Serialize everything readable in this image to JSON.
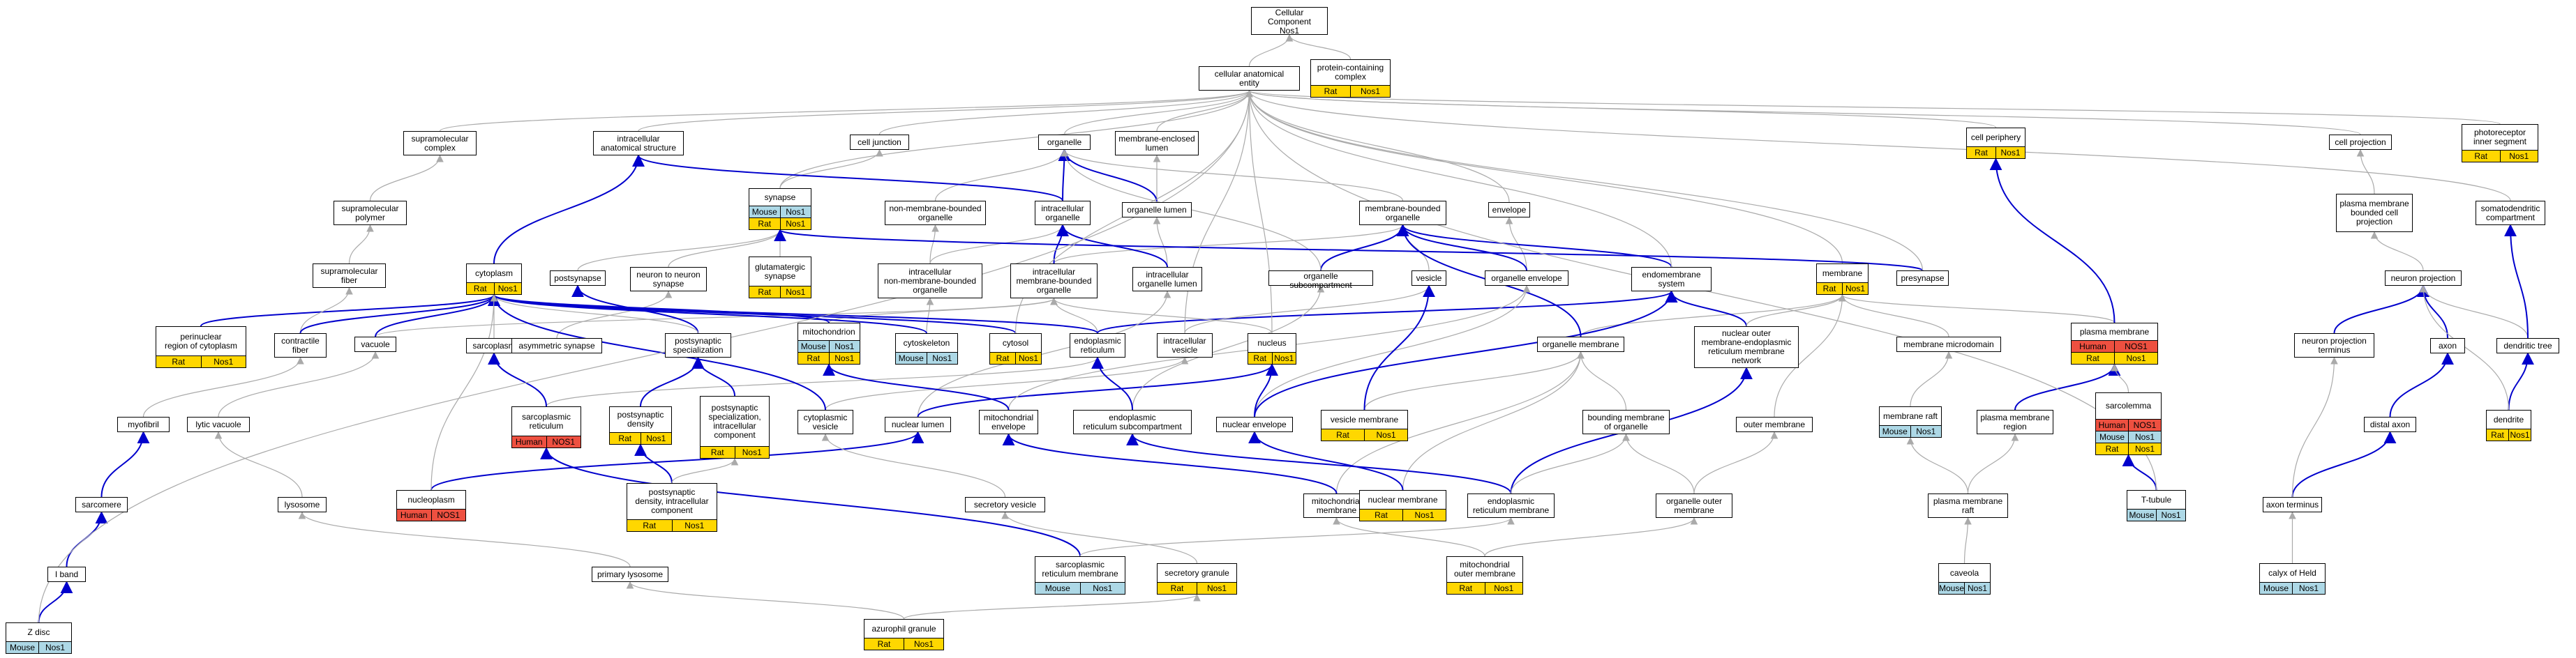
{
  "colors": {
    "rat": "#ffd700",
    "mouse": "#add8e6",
    "human": "#ee5040",
    "edge_blue": "#0000cc",
    "edge_gray": "#aaaaaa"
  },
  "nodes": [
    {
      "id": "cc",
      "label": "Cellular Component\nNos1",
      "tags": []
    },
    {
      "id": "cae",
      "label": "cellular anatomical\nentity",
      "tags": []
    },
    {
      "id": "pcc",
      "label": "protein-containing\ncomplex",
      "tags": [
        [
          "Rat",
          "Nos1"
        ]
      ]
    },
    {
      "id": "supcomplex",
      "label": "supramolecular\ncomplex",
      "tags": []
    },
    {
      "id": "ias",
      "label": "intracellular\nanatomical structure",
      "tags": []
    },
    {
      "id": "celljunction",
      "label": "cell junction",
      "tags": []
    },
    {
      "id": "organelle",
      "label": "organelle",
      "tags": []
    },
    {
      "id": "mel",
      "label": "membrane-enclosed\nlumen",
      "tags": []
    },
    {
      "id": "cellperiphery",
      "label": "cell periphery",
      "tags": [
        [
          "Rat",
          "Nos1"
        ]
      ]
    },
    {
      "id": "cellprojection",
      "label": "cell projection",
      "tags": []
    },
    {
      "id": "photoreceptor",
      "label": "photoreceptor\ninner segment",
      "tags": [
        [
          "Rat",
          "Nos1"
        ]
      ]
    },
    {
      "id": "suppolymer",
      "label": "supramolecular\npolymer",
      "tags": []
    },
    {
      "id": "synapse",
      "label": "synapse",
      "tags": [
        [
          "Mouse",
          "Nos1"
        ],
        [
          "Rat",
          "Nos1"
        ]
      ]
    },
    {
      "id": "nmbo",
      "label": "non-membrane-bounded\norganelle",
      "tags": []
    },
    {
      "id": "intorganelle",
      "label": "intracellular\norganelle",
      "tags": []
    },
    {
      "id": "orglumen",
      "label": "organelle lumen",
      "tags": []
    },
    {
      "id": "mbo",
      "label": "membrane-bounded\norganelle",
      "tags": []
    },
    {
      "id": "envelope",
      "label": "envelope",
      "tags": []
    },
    {
      "id": "pmbcp",
      "label": "plasma membrane\nbounded cell\nprojection",
      "tags": []
    },
    {
      "id": "somatodendritic",
      "label": "somatodendritic\ncompartment",
      "tags": []
    },
    {
      "id": "supfiber",
      "label": "supramolecular\nfiber",
      "tags": []
    },
    {
      "id": "cytoplasm",
      "label": "cytoplasm",
      "tags": [
        [
          "Rat",
          "Nos1"
        ]
      ]
    },
    {
      "id": "postsynapse",
      "label": "postsynapse",
      "tags": []
    },
    {
      "id": "n2n",
      "label": "neuron to neuron\nsynapse",
      "tags": []
    },
    {
      "id": "glutsyn",
      "label": "glutamatergic\nsynapse",
      "tags": [
        [
          "Rat",
          "Nos1"
        ]
      ]
    },
    {
      "id": "inmbo",
      "label": "intracellular\nnon-membrane-bounded\norganelle",
      "tags": []
    },
    {
      "id": "imbo",
      "label": "intracellular\nmembrane-bounded\norganelle",
      "tags": []
    },
    {
      "id": "iol",
      "label": "intracellular\norganelle lumen",
      "tags": []
    },
    {
      "id": "orgsub",
      "label": "organelle subcompartment",
      "tags": []
    },
    {
      "id": "vesicle",
      "label": "vesicle",
      "tags": []
    },
    {
      "id": "orgenv",
      "label": "organelle envelope",
      "tags": []
    },
    {
      "id": "endomem",
      "label": "endomembrane\nsystem",
      "tags": []
    },
    {
      "id": "membrane",
      "label": "membrane",
      "tags": [
        [
          "Rat",
          "Nos1"
        ]
      ]
    },
    {
      "id": "presynapse",
      "label": "presynapse",
      "tags": []
    },
    {
      "id": "neuronprojection",
      "label": "neuron projection",
      "tags": []
    },
    {
      "id": "perinuclear",
      "label": "perinuclear\nregion of cytoplasm",
      "tags": [
        [
          "Rat",
          "Nos1"
        ]
      ]
    },
    {
      "id": "contractile",
      "label": "contractile\nfiber",
      "tags": []
    },
    {
      "id": "vacuole",
      "label": "vacuole",
      "tags": []
    },
    {
      "id": "sarcoplasm",
      "label": "sarcoplasm",
      "tags": []
    },
    {
      "id": "asymsyn",
      "label": "asymmetric synapse",
      "tags": []
    },
    {
      "id": "postspec",
      "label": "postsynaptic\nspecialization",
      "tags": []
    },
    {
      "id": "mitochondrion",
      "label": "mitochondrion",
      "tags": [
        [
          "Mouse",
          "Nos1"
        ],
        [
          "Rat",
          "Nos1"
        ]
      ]
    },
    {
      "id": "cytoskeleton",
      "label": "cytoskeleton",
      "tags": [
        [
          "Mouse",
          "Nos1"
        ]
      ]
    },
    {
      "id": "cytosol",
      "label": "cytosol",
      "tags": [
        [
          "Rat",
          "Nos1"
        ]
      ]
    },
    {
      "id": "er",
      "label": "endoplasmic\nreticulum",
      "tags": []
    },
    {
      "id": "intravesicle",
      "label": "intracellular\nvesicle",
      "tags": []
    },
    {
      "id": "nucleus",
      "label": "nucleus",
      "tags": [
        [
          "Rat",
          "Nos1"
        ]
      ]
    },
    {
      "id": "orgmem",
      "label": "organelle membrane",
      "tags": []
    },
    {
      "id": "nomern",
      "label": "nuclear outer\nmembrane-endoplasmic\nreticulum membrane\nnetwork",
      "tags": []
    },
    {
      "id": "memmicro",
      "label": "membrane microdomain",
      "tags": []
    },
    {
      "id": "plasmamem",
      "label": "plasma membrane",
      "tags": [
        [
          "Human",
          "NOS1"
        ],
        [
          "Rat",
          "Nos1"
        ]
      ]
    },
    {
      "id": "npt",
      "label": "neuron projection\nterminus",
      "tags": []
    },
    {
      "id": "axon",
      "label": "axon",
      "tags": []
    },
    {
      "id": "dendritetree",
      "label": "dendritic tree",
      "tags": []
    },
    {
      "id": "myofibril",
      "label": "myofibril",
      "tags": []
    },
    {
      "id": "lyticvac",
      "label": "lytic vacuole",
      "tags": []
    },
    {
      "id": "sr",
      "label": "sarcoplasmic\nreticulum",
      "tags": [
        [
          "Human",
          "NOS1"
        ]
      ]
    },
    {
      "id": "psd",
      "label": "postsynaptic\ndensity",
      "tags": [
        [
          "Rat",
          "Nos1"
        ]
      ]
    },
    {
      "id": "psic",
      "label": "postsynaptic\nspecialization,\nintracellular\ncomponent",
      "tags": [
        [
          "Rat",
          "Nos1"
        ]
      ]
    },
    {
      "id": "cytovesicle",
      "label": "cytoplasmic\nvesicle",
      "tags": []
    },
    {
      "id": "nuclumen",
      "label": "nuclear lumen",
      "tags": []
    },
    {
      "id": "mitoenv",
      "label": "mitochondrial\nenvelope",
      "tags": []
    },
    {
      "id": "ersub",
      "label": "endoplasmic\nreticulum subcompartment",
      "tags": []
    },
    {
      "id": "nucenv",
      "label": "nuclear envelope",
      "tags": []
    },
    {
      "id": "vesmem",
      "label": "vesicle membrane",
      "tags": [
        [
          "Rat",
          "Nos1"
        ]
      ]
    },
    {
      "id": "bmo",
      "label": "bounding membrane\nof organelle",
      "tags": []
    },
    {
      "id": "outermem",
      "label": "outer membrane",
      "tags": []
    },
    {
      "id": "memraft",
      "label": "membrane raft",
      "tags": [
        [
          "Mouse",
          "Nos1"
        ]
      ]
    },
    {
      "id": "pmregion",
      "label": "plasma membrane\nregion",
      "tags": []
    },
    {
      "id": "sarcolemma",
      "label": "sarcolemma",
      "tags": [
        [
          "Human",
          "NOS1"
        ],
        [
          "Mouse",
          "Nos1"
        ],
        [
          "Rat",
          "Nos1"
        ]
      ]
    },
    {
      "id": "distalaxon",
      "label": "distal axon",
      "tags": []
    },
    {
      "id": "dendrite",
      "label": "dendrite",
      "tags": [
        [
          "Rat",
          "Nos1"
        ]
      ]
    },
    {
      "id": "sarcomere",
      "label": "sarcomere",
      "tags": []
    },
    {
      "id": "lysosome",
      "label": "lysosome",
      "tags": []
    },
    {
      "id": "nucleoplasm",
      "label": "nucleoplasm",
      "tags": [
        [
          "Human",
          "NOS1"
        ]
      ]
    },
    {
      "id": "psdic",
      "label": "postsynaptic\ndensity, intracellular\ncomponent",
      "tags": [
        [
          "Rat",
          "Nos1"
        ]
      ]
    },
    {
      "id": "secvesicle",
      "label": "secretory vesicle",
      "tags": []
    },
    {
      "id": "mitomem",
      "label": "mitochondrial\nmembrane",
      "tags": []
    },
    {
      "id": "nucmem",
      "label": "nuclear membrane",
      "tags": [
        [
          "Rat",
          "Nos1"
        ]
      ]
    },
    {
      "id": "ermem",
      "label": "endoplasmic\nreticulum membrane",
      "tags": []
    },
    {
      "id": "orgoutermem",
      "label": "organelle outer\nmembrane",
      "tags": []
    },
    {
      "id": "pmraft",
      "label": "plasma membrane\nraft",
      "tags": []
    },
    {
      "id": "ttubule",
      "label": "T-tubule",
      "tags": [
        [
          "Mouse",
          "Nos1"
        ]
      ]
    },
    {
      "id": "axonterm",
      "label": "axon terminus",
      "tags": []
    },
    {
      "id": "iband",
      "label": "I band",
      "tags": []
    },
    {
      "id": "srmem",
      "label": "sarcoplasmic\nreticulum membrane",
      "tags": [
        [
          "Mouse",
          "Nos1"
        ]
      ]
    },
    {
      "id": "secgranule",
      "label": "secretory granule",
      "tags": [
        [
          "Rat",
          "Nos1"
        ]
      ]
    },
    {
      "id": "mitooutermem",
      "label": "mitochondrial\nouter membrane",
      "tags": [
        [
          "Rat",
          "Nos1"
        ]
      ]
    },
    {
      "id": "caveola",
      "label": "caveola",
      "tags": [
        [
          "Mouse",
          "Nos1"
        ]
      ]
    },
    {
      "id": "calyx",
      "label": "calyx of Held",
      "tags": [
        [
          "Mouse",
          "Nos1"
        ]
      ]
    },
    {
      "id": "primlyso",
      "label": "primary lysosome",
      "tags": []
    },
    {
      "id": "zdisc",
      "label": "Z disc",
      "tags": [
        [
          "Mouse",
          "Nos1"
        ]
      ]
    },
    {
      "id": "azuro",
      "label": "azurophil granule",
      "tags": [
        [
          "Rat",
          "Nos1"
        ]
      ]
    }
  ],
  "edges": [
    [
      "cae",
      "cc",
      "g"
    ],
    [
      "pcc",
      "cc",
      "g"
    ],
    [
      "supcomplex",
      "cae",
      "g"
    ],
    [
      "ias",
      "cae",
      "g"
    ],
    [
      "celljunction",
      "cae",
      "g"
    ],
    [
      "organelle",
      "cae",
      "g"
    ],
    [
      "mel",
      "cae",
      "g"
    ],
    [
      "cellperiphery",
      "cae",
      "g"
    ],
    [
      "cellprojection",
      "cae",
      "g"
    ],
    [
      "photoreceptor",
      "cae",
      "g"
    ],
    [
      "suppolymer",
      "supcomplex",
      "g"
    ],
    [
      "supfiber",
      "suppolymer",
      "g"
    ],
    [
      "synapse",
      "celljunction",
      "g"
    ],
    [
      "synapse",
      "cae",
      "g"
    ],
    [
      "nmbo",
      "organelle",
      "g"
    ],
    [
      "intorganelle",
      "organelle",
      "b"
    ],
    [
      "intorganelle",
      "ias",
      "b"
    ],
    [
      "orglumen",
      "mel",
      "g"
    ],
    [
      "orglumen",
      "organelle",
      "b"
    ],
    [
      "mbo",
      "organelle",
      "g"
    ],
    [
      "envelope",
      "cae",
      "g"
    ],
    [
      "pmbcp",
      "cellprojection",
      "g"
    ],
    [
      "somatodendritic",
      "cae",
      "g"
    ],
    [
      "cytoplasm",
      "ias",
      "b"
    ],
    [
      "postsynapse",
      "synapse",
      "g"
    ],
    [
      "n2n",
      "synapse",
      "g"
    ],
    [
      "glutsyn",
      "synapse",
      "g"
    ],
    [
      "inmbo",
      "nmbo",
      "g"
    ],
    [
      "inmbo",
      "intorganelle",
      "g"
    ],
    [
      "imbo",
      "mbo",
      "g"
    ],
    [
      "imbo",
      "intorganelle",
      "b"
    ],
    [
      "iol",
      "orglumen",
      "g"
    ],
    [
      "iol",
      "intorganelle",
      "b"
    ],
    [
      "orgsub",
      "mbo",
      "b"
    ],
    [
      "orgsub",
      "organelle",
      "g"
    ],
    [
      "vesicle",
      "mbo",
      "g"
    ],
    [
      "orgenv",
      "envelope",
      "g"
    ],
    [
      "orgenv",
      "mbo",
      "b"
    ],
    [
      "endomem",
      "mbo",
      "b"
    ],
    [
      "endomem",
      "cae",
      "g"
    ],
    [
      "membrane",
      "cae",
      "g"
    ],
    [
      "presynapse",
      "synapse",
      "b"
    ],
    [
      "presynapse",
      "cae",
      "g"
    ],
    [
      "neuronprojection",
      "pmbcp",
      "g"
    ],
    [
      "perinuclear",
      "cytoplasm",
      "b"
    ],
    [
      "contractile",
      "supfiber",
      "g"
    ],
    [
      "contractile",
      "cytoplasm",
      "b"
    ],
    [
      "vacuole",
      "imbo",
      "g"
    ],
    [
      "vacuole",
      "cytoplasm",
      "b"
    ],
    [
      "sarcoplasm",
      "cytoplasm",
      "g"
    ],
    [
      "asymsyn",
      "n2n",
      "g"
    ],
    [
      "postspec",
      "postsynapse",
      "b"
    ],
    [
      "postspec",
      "cytoplasm",
      "g"
    ],
    [
      "mitochondrion",
      "imbo",
      "g"
    ],
    [
      "mitochondrion",
      "cytoplasm",
      "b"
    ],
    [
      "cytoskeleton",
      "inmbo",
      "g"
    ],
    [
      "cytoskeleton",
      "cytoplasm",
      "b"
    ],
    [
      "cytosol",
      "cytoplasm",
      "b"
    ],
    [
      "cytosol",
      "cae",
      "g"
    ],
    [
      "er",
      "imbo",
      "g"
    ],
    [
      "er",
      "endomem",
      "b"
    ],
    [
      "er",
      "cytoplasm",
      "b"
    ],
    [
      "intravesicle",
      "vesicle",
      "g"
    ],
    [
      "intravesicle",
      "cae",
      "g"
    ],
    [
      "nucleus",
      "imbo",
      "g"
    ],
    [
      "nucleus",
      "cae",
      "g"
    ],
    [
      "orgmem",
      "membrane",
      "g"
    ],
    [
      "orgmem",
      "mbo",
      "b"
    ],
    [
      "nomern",
      "endomem",
      "b"
    ],
    [
      "nomern",
      "membrane",
      "g"
    ],
    [
      "memmicro",
      "membrane",
      "g"
    ],
    [
      "plasmamem",
      "membrane",
      "g"
    ],
    [
      "plasmamem",
      "cellperiphery",
      "b"
    ],
    [
      "npt",
      "neuronprojection",
      "b"
    ],
    [
      "axon",
      "neuronprojection",
      "b"
    ],
    [
      "dendritetree",
      "neuronprojection",
      "g"
    ],
    [
      "dendritetree",
      "somatodendritic",
      "b"
    ],
    [
      "myofibril",
      "contractile",
      "g"
    ],
    [
      "lyticvac",
      "vacuole",
      "g"
    ],
    [
      "sr",
      "er",
      "g"
    ],
    [
      "sr",
      "sarcoplasm",
      "b"
    ],
    [
      "psd",
      "postspec",
      "b"
    ],
    [
      "psic",
      "postspec",
      "b"
    ],
    [
      "cytovesicle",
      "intravesicle",
      "g"
    ],
    [
      "cytovesicle",
      "cytoplasm",
      "b"
    ],
    [
      "nuclumen",
      "iol",
      "g"
    ],
    [
      "nuclumen",
      "nucleus",
      "b"
    ],
    [
      "mitoenv",
      "orgenv",
      "g"
    ],
    [
      "mitoenv",
      "mitochondrion",
      "b"
    ],
    [
      "ersub",
      "orgsub",
      "g"
    ],
    [
      "ersub",
      "er",
      "b"
    ],
    [
      "nucenv",
      "orgenv",
      "g"
    ],
    [
      "nucenv",
      "endomem",
      "b"
    ],
    [
      "nucenv",
      "nucleus",
      "b"
    ],
    [
      "vesmem",
      "orgmem",
      "g"
    ],
    [
      "vesmem",
      "vesicle",
      "b"
    ],
    [
      "bmo",
      "orgmem",
      "g"
    ],
    [
      "outermem",
      "membrane",
      "g"
    ],
    [
      "memraft",
      "memmicro",
      "g"
    ],
    [
      "pmregion",
      "plasmamem",
      "b"
    ],
    [
      "sarcolemma",
      "plasmamem",
      "g"
    ],
    [
      "distalaxon",
      "axon",
      "b"
    ],
    [
      "dendrite",
      "dendritetree",
      "b"
    ],
    [
      "dendrite",
      "neuronprojection",
      "g"
    ],
    [
      "sarcomere",
      "myofibril",
      "b"
    ],
    [
      "lysosome",
      "lyticvac",
      "g"
    ],
    [
      "nucleoplasm",
      "nuclumen",
      "b"
    ],
    [
      "nucleoplasm",
      "cytoplasm",
      "g"
    ],
    [
      "psdic",
      "psd",
      "b"
    ],
    [
      "psdic",
      "psic",
      "g"
    ],
    [
      "secvesicle",
      "cytovesicle",
      "g"
    ],
    [
      "mitomem",
      "orgmem",
      "g"
    ],
    [
      "mitomem",
      "mitoenv",
      "b"
    ],
    [
      "nucmem",
      "orgmem",
      "g"
    ],
    [
      "nucmem",
      "nucenv",
      "b"
    ],
    [
      "ermem",
      "ersub",
      "b"
    ],
    [
      "ermem",
      "nomern",
      "b"
    ],
    [
      "ermem",
      "bmo",
      "g"
    ],
    [
      "orgoutermem",
      "outermem",
      "g"
    ],
    [
      "orgoutermem",
      "bmo",
      "g"
    ],
    [
      "pmraft",
      "memraft",
      "g"
    ],
    [
      "pmraft",
      "pmregion",
      "g"
    ],
    [
      "ttubule",
      "sarcolemma",
      "b"
    ],
    [
      "ttubule",
      "cae",
      "g"
    ],
    [
      "axonterm",
      "distalaxon",
      "b"
    ],
    [
      "axonterm",
      "npt",
      "g"
    ],
    [
      "iband",
      "sarcomere",
      "b"
    ],
    [
      "srmem",
      "sr",
      "b"
    ],
    [
      "srmem",
      "ermem",
      "g"
    ],
    [
      "secgranule",
      "secvesicle",
      "g"
    ],
    [
      "mitooutermem",
      "mitomem",
      "g"
    ],
    [
      "mitooutermem",
      "orgoutermem",
      "g"
    ],
    [
      "caveola",
      "pmraft",
      "g"
    ],
    [
      "calyx",
      "axonterm",
      "g"
    ],
    [
      "primlyso",
      "lysosome",
      "g"
    ],
    [
      "zdisc",
      "iband",
      "b"
    ],
    [
      "zdisc",
      "cae",
      "g"
    ],
    [
      "azuro",
      "primlyso",
      "g"
    ],
    [
      "azuro",
      "secgranule",
      "g"
    ]
  ]
}
